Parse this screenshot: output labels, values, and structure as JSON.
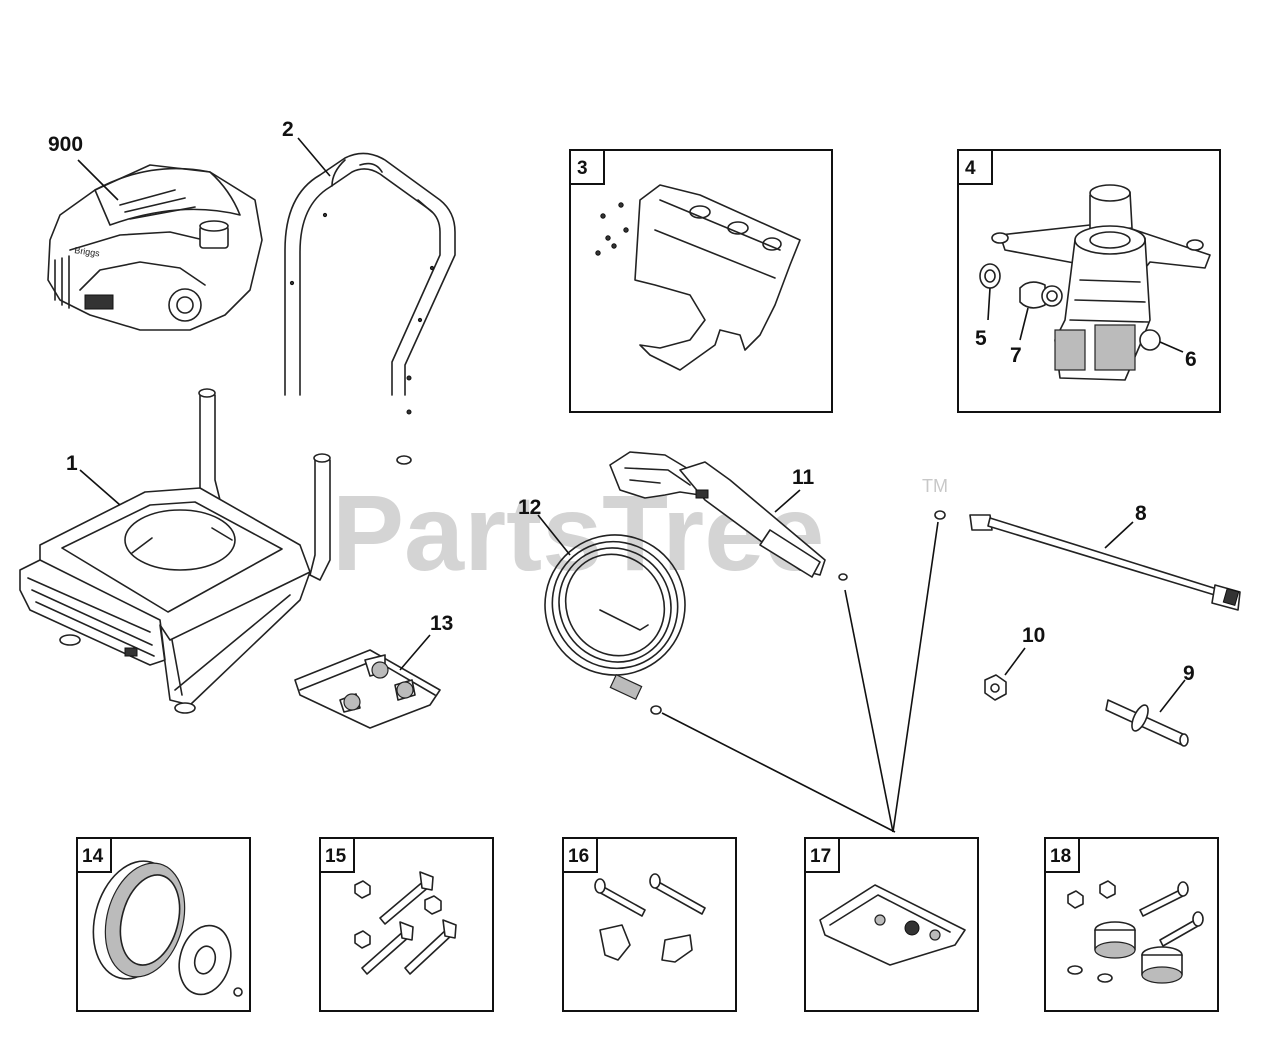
{
  "watermark": {
    "text": "PartsTree",
    "trademark": "TM"
  },
  "callouts": {
    "c900": "900",
    "c1": "1",
    "c2": "2",
    "c5": "5",
    "c6": "6",
    "c7": "7",
    "c8": "8",
    "c9": "9",
    "c10": "10",
    "c11": "11",
    "c12": "12",
    "c13": "13"
  },
  "boxes": {
    "b3": "3",
    "b4": "4",
    "b14": "14",
    "b15": "15",
    "b16": "16",
    "b17": "17",
    "b18": "18"
  },
  "engine": {
    "brand_label": "Briggs"
  }
}
